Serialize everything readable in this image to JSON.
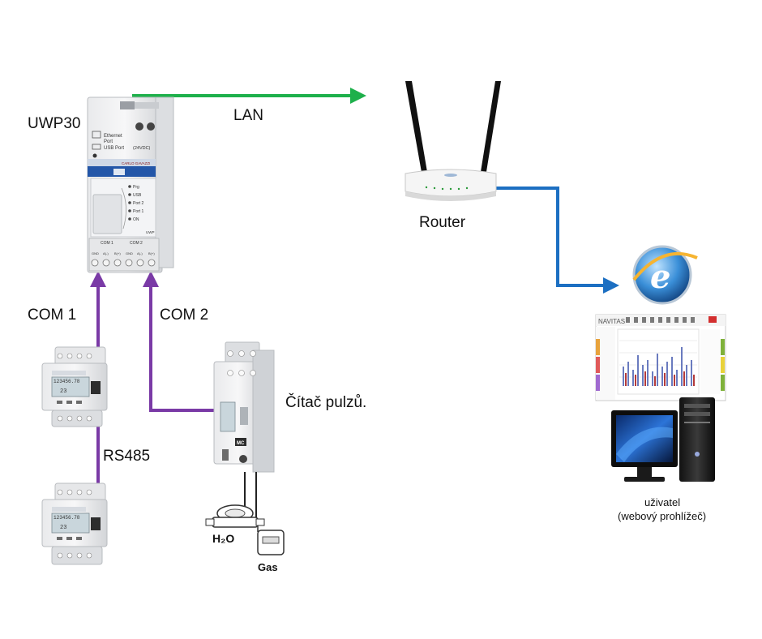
{
  "labels": {
    "uwp30": "UWP30",
    "lan": "LAN",
    "router": "Router",
    "com1": "COM 1",
    "com2": "COM 2",
    "rs485": "RS485",
    "pulse_counter": "Čítač pulzů.",
    "user_line1": "uživatel",
    "user_line2": "(webový prohlížeč)",
    "h2o": "H₂O",
    "gas": "Gas"
  },
  "device_text": {
    "uwp_ethernet": "Ethernet",
    "uwp_port": "Port",
    "uwp_usb_port": "USB Port",
    "uwp_power": "(24VDC)",
    "uwp_brand": "CARLO GAVAZZI",
    "uwp_leds": [
      "Prg",
      "USB",
      "Port 2",
      "Port 1",
      "ON"
    ],
    "uwp_terminals": [
      "GND",
      "A(-)",
      "B(+)",
      "GND",
      "A(-)",
      "B(+)"
    ],
    "uwp_com1": "COM 1",
    "uwp_com2": "COM 2",
    "uwp_model": "UWP",
    "meter_display": "123456.78",
    "meter_display2": "23",
    "pulse_model": "MC",
    "browser_logo": "NAVITAS"
  },
  "colors": {
    "lan_arrow": "#1eb04b",
    "net_arrow": "#1c6fc2",
    "bus_arrow": "#7a3aa6"
  }
}
